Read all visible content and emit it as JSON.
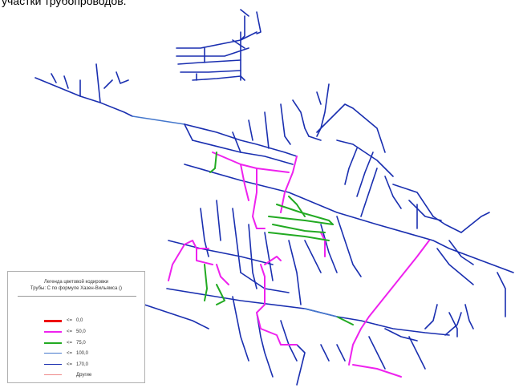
{
  "caption": "участки трубопроводов.",
  "legend": {
    "title_line1": "Легенда цветовой кодировки",
    "title_line2": "Трубы: С по формуле Хазен-Вильямса ()",
    "items": [
      {
        "op": "<=",
        "value": "0,0",
        "color": "#ee1111",
        "weight": 3
      },
      {
        "op": "<=",
        "value": "50,0",
        "color": "#ee22ee",
        "weight": 2.5
      },
      {
        "op": "<=",
        "value": "75,0",
        "color": "#22aa22",
        "weight": 2
      },
      {
        "op": "<=",
        "value": "100,0",
        "color": "#4477cc",
        "weight": 1.5
      },
      {
        "op": "<=",
        "value": "170,0",
        "color": "#1a2fb0",
        "weight": 1.5
      },
      {
        "op": "",
        "value": "Другие",
        "color": "#ee8888",
        "weight": 1
      }
    ]
  },
  "colors": {
    "pipe_blue": "#1a2fb0",
    "pipe_light": "#4477cc",
    "pipe_magenta": "#ee22ee",
    "pipe_green": "#22aa22"
  }
}
